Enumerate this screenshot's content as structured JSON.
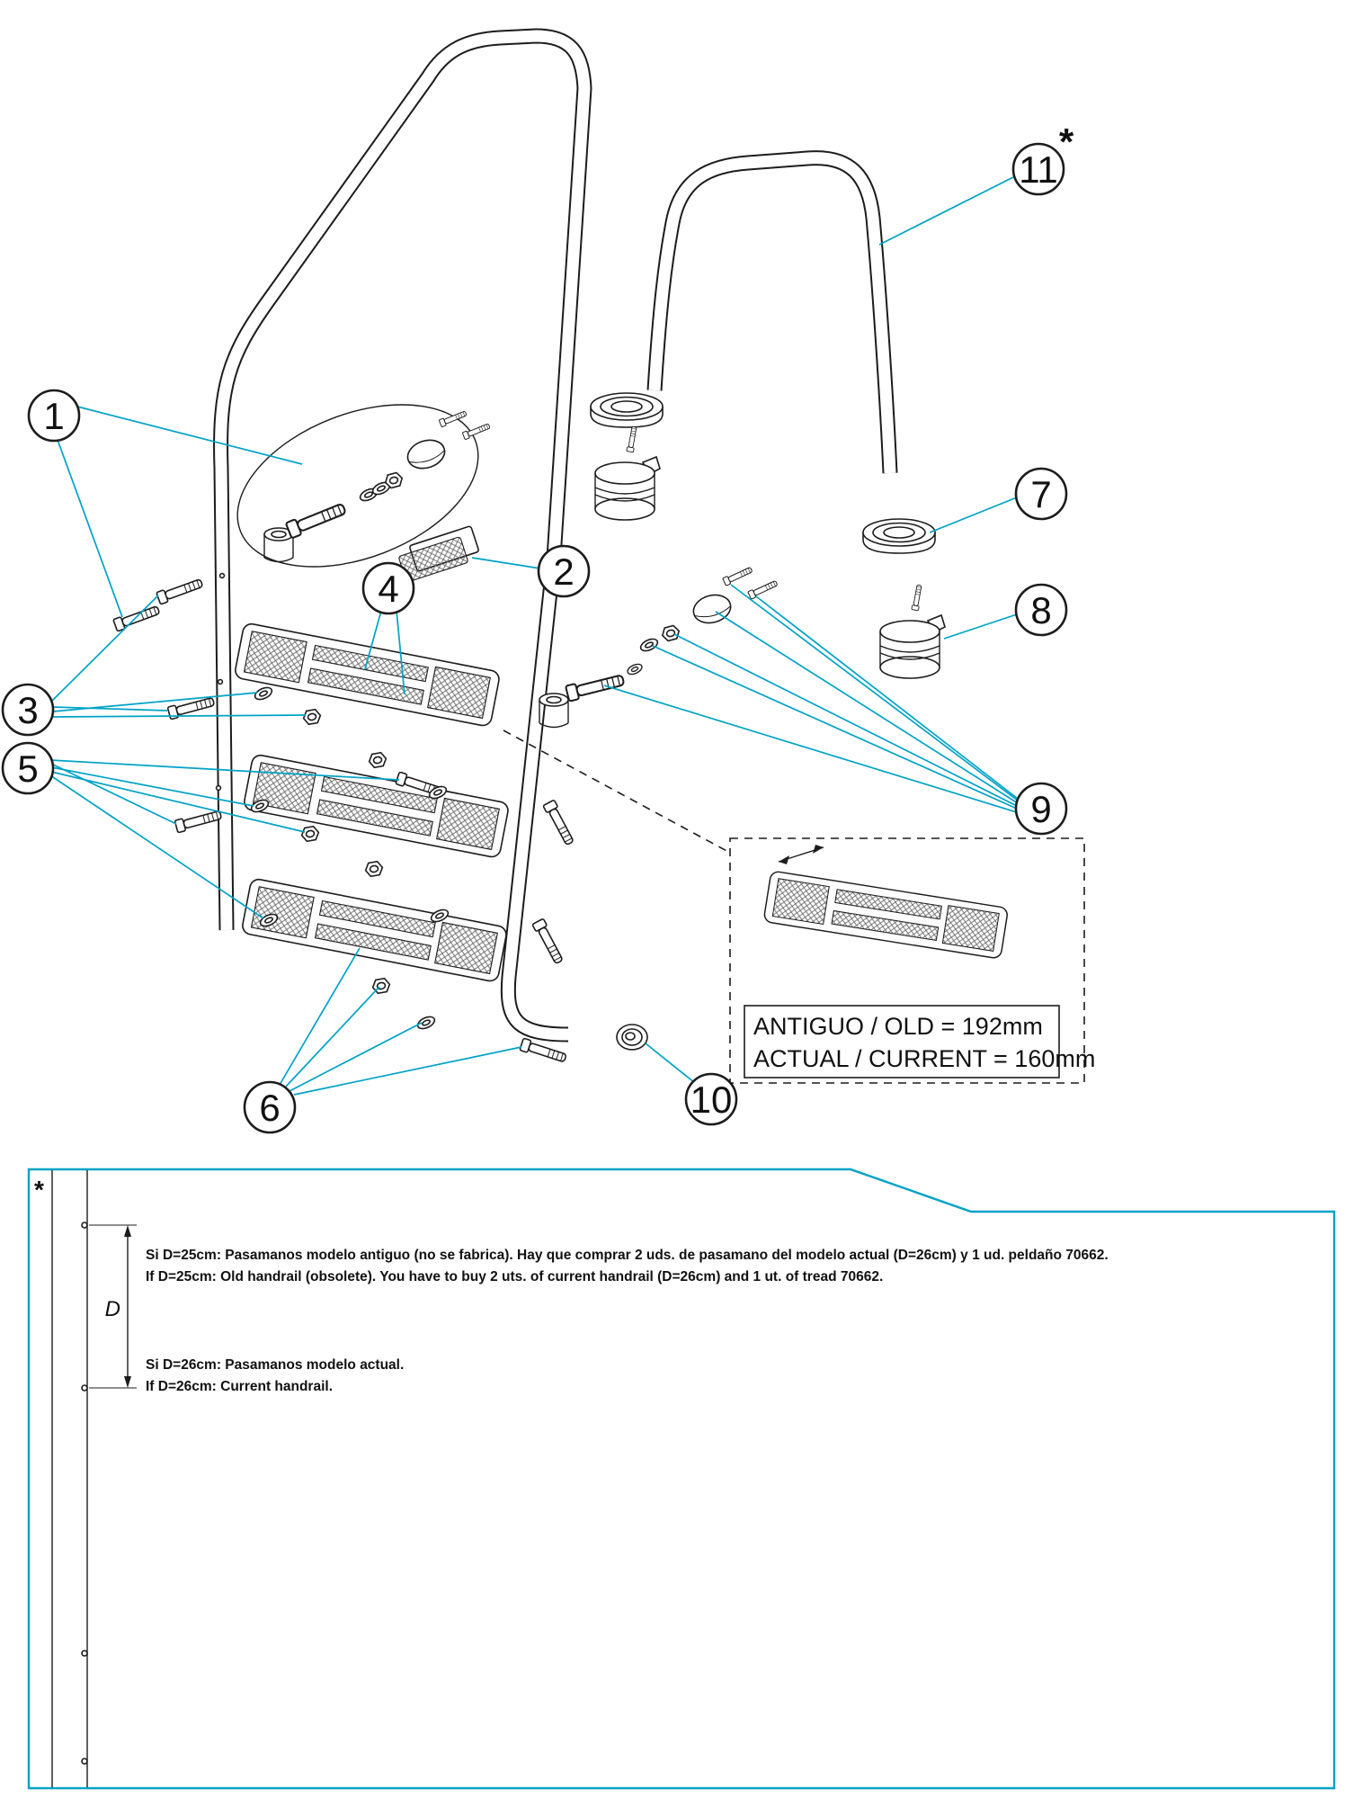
{
  "title": "Pool ladder exploded parts diagram",
  "colors": {
    "accent": "#00a2c7",
    "line": "#1c1c1c",
    "background": "#ffffff"
  },
  "callouts": {
    "c1": "1",
    "c2": "2",
    "c3": "3",
    "c4": "4",
    "c5": "5",
    "c6": "6",
    "c7": "7",
    "c8": "8",
    "c9": "9",
    "c10": "10",
    "c11": "11",
    "c11_asterisk": "*"
  },
  "detail_box": {
    "old_label": "ANTIGUO / OLD = 192mm",
    "current_label": "ACTUAL / CURRENT = 160mm"
  },
  "footnote_box": {
    "asterisk": "*",
    "dimension_label": "D",
    "note_25cm_es": "Si D=25cm: Pasamanos modelo antiguo (no se fabrica). Hay que comprar 2 uds. de pasamano del modelo actual (D=26cm) y 1 ud. peldaño 70662.",
    "note_25cm_en": "If D=25cm: Old handrail (obsolete). You have to buy 2 uts. of current handrail (D=26cm) and 1 ut. of tread 70662.",
    "note_26cm_es": "Si D=26cm: Pasamanos modelo actual.",
    "note_26cm_en": "If D=26cm: Current handrail."
  }
}
